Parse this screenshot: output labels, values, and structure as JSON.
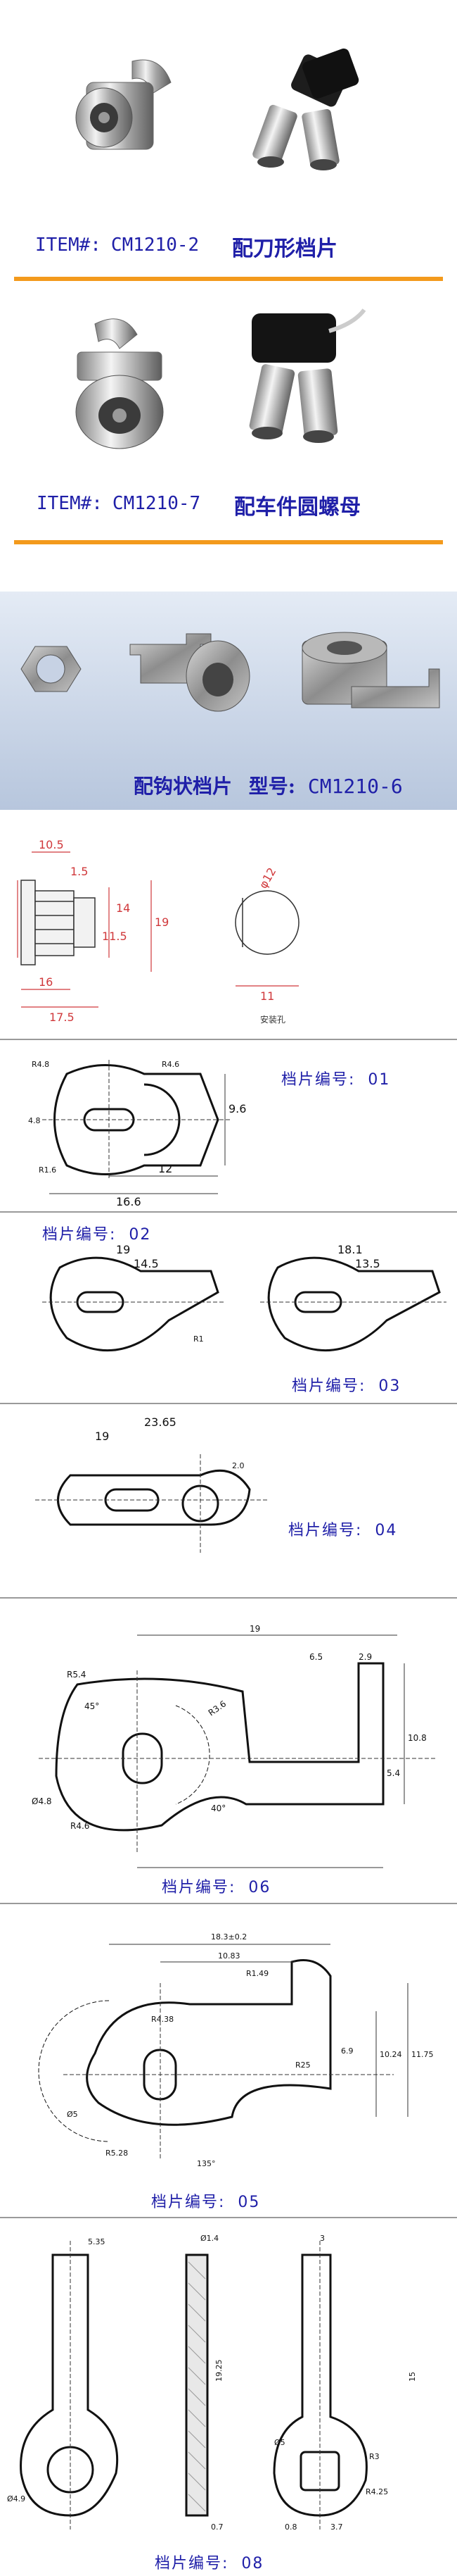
{
  "products": [
    {
      "item_prefix": "ITEM#:",
      "model": "CM1210-2",
      "description": "配刀形档片"
    },
    {
      "item_prefix": "ITEM#:",
      "model": "CM1210-7",
      "description": "配车件圆螺母"
    }
  ],
  "hook_banner": {
    "description": "配钩状档片",
    "model_prefix": "型号:",
    "model": "CM1210-6"
  },
  "dims_drawing": {
    "dims": [
      "10.5",
      "1.5",
      "14",
      "19",
      "11.5",
      "16",
      "17.5",
      "φ12",
      "11"
    ],
    "caption": "安装孔"
  },
  "pieces": [
    {
      "label": "档片编号:",
      "number": "01",
      "dims": [
        "R4.8",
        "4.8",
        "R1.6",
        "R4.6",
        "9.6",
        "12",
        "16.6"
      ]
    },
    {
      "label": "档片编号:",
      "number": "02",
      "dims": [
        "19",
        "14.5",
        "R1"
      ]
    },
    {
      "label": "档片编号:",
      "number": "03",
      "dims": [
        "18.1",
        "13.5"
      ]
    },
    {
      "label": "档片编号:",
      "number": "04",
      "dims": [
        "23.65",
        "19",
        "2.0"
      ]
    },
    {
      "label": "档片编号:",
      "number": "06",
      "dims": [
        "19",
        "6.5",
        "2.9",
        "R5.4",
        "R3.6",
        "Ø4.8",
        "R4.6",
        "10.8",
        "5.4",
        "45°",
        "40°"
      ]
    },
    {
      "label": "档片编号:",
      "number": "05",
      "dims": [
        "18.3±0.2",
        "10.83",
        "R1.49",
        "R4.38",
        "Ø5",
        "R5.28",
        "R25",
        "6.9",
        "10.24",
        "11.75",
        "135°"
      ]
    },
    {
      "label": "档片编号:",
      "number": "08",
      "dims": [
        "5.35",
        "Ø1.4",
        "3",
        "19.25",
        "15",
        "Ø5",
        "R4.25",
        "R3",
        "Ø4.9",
        "0.7",
        "3.7",
        "0.8"
      ]
    }
  ],
  "colors": {
    "accent_orange": "#f39a1c",
    "label_blue": "#1f1fa8",
    "separator_gray": "#9a9a9a"
  }
}
